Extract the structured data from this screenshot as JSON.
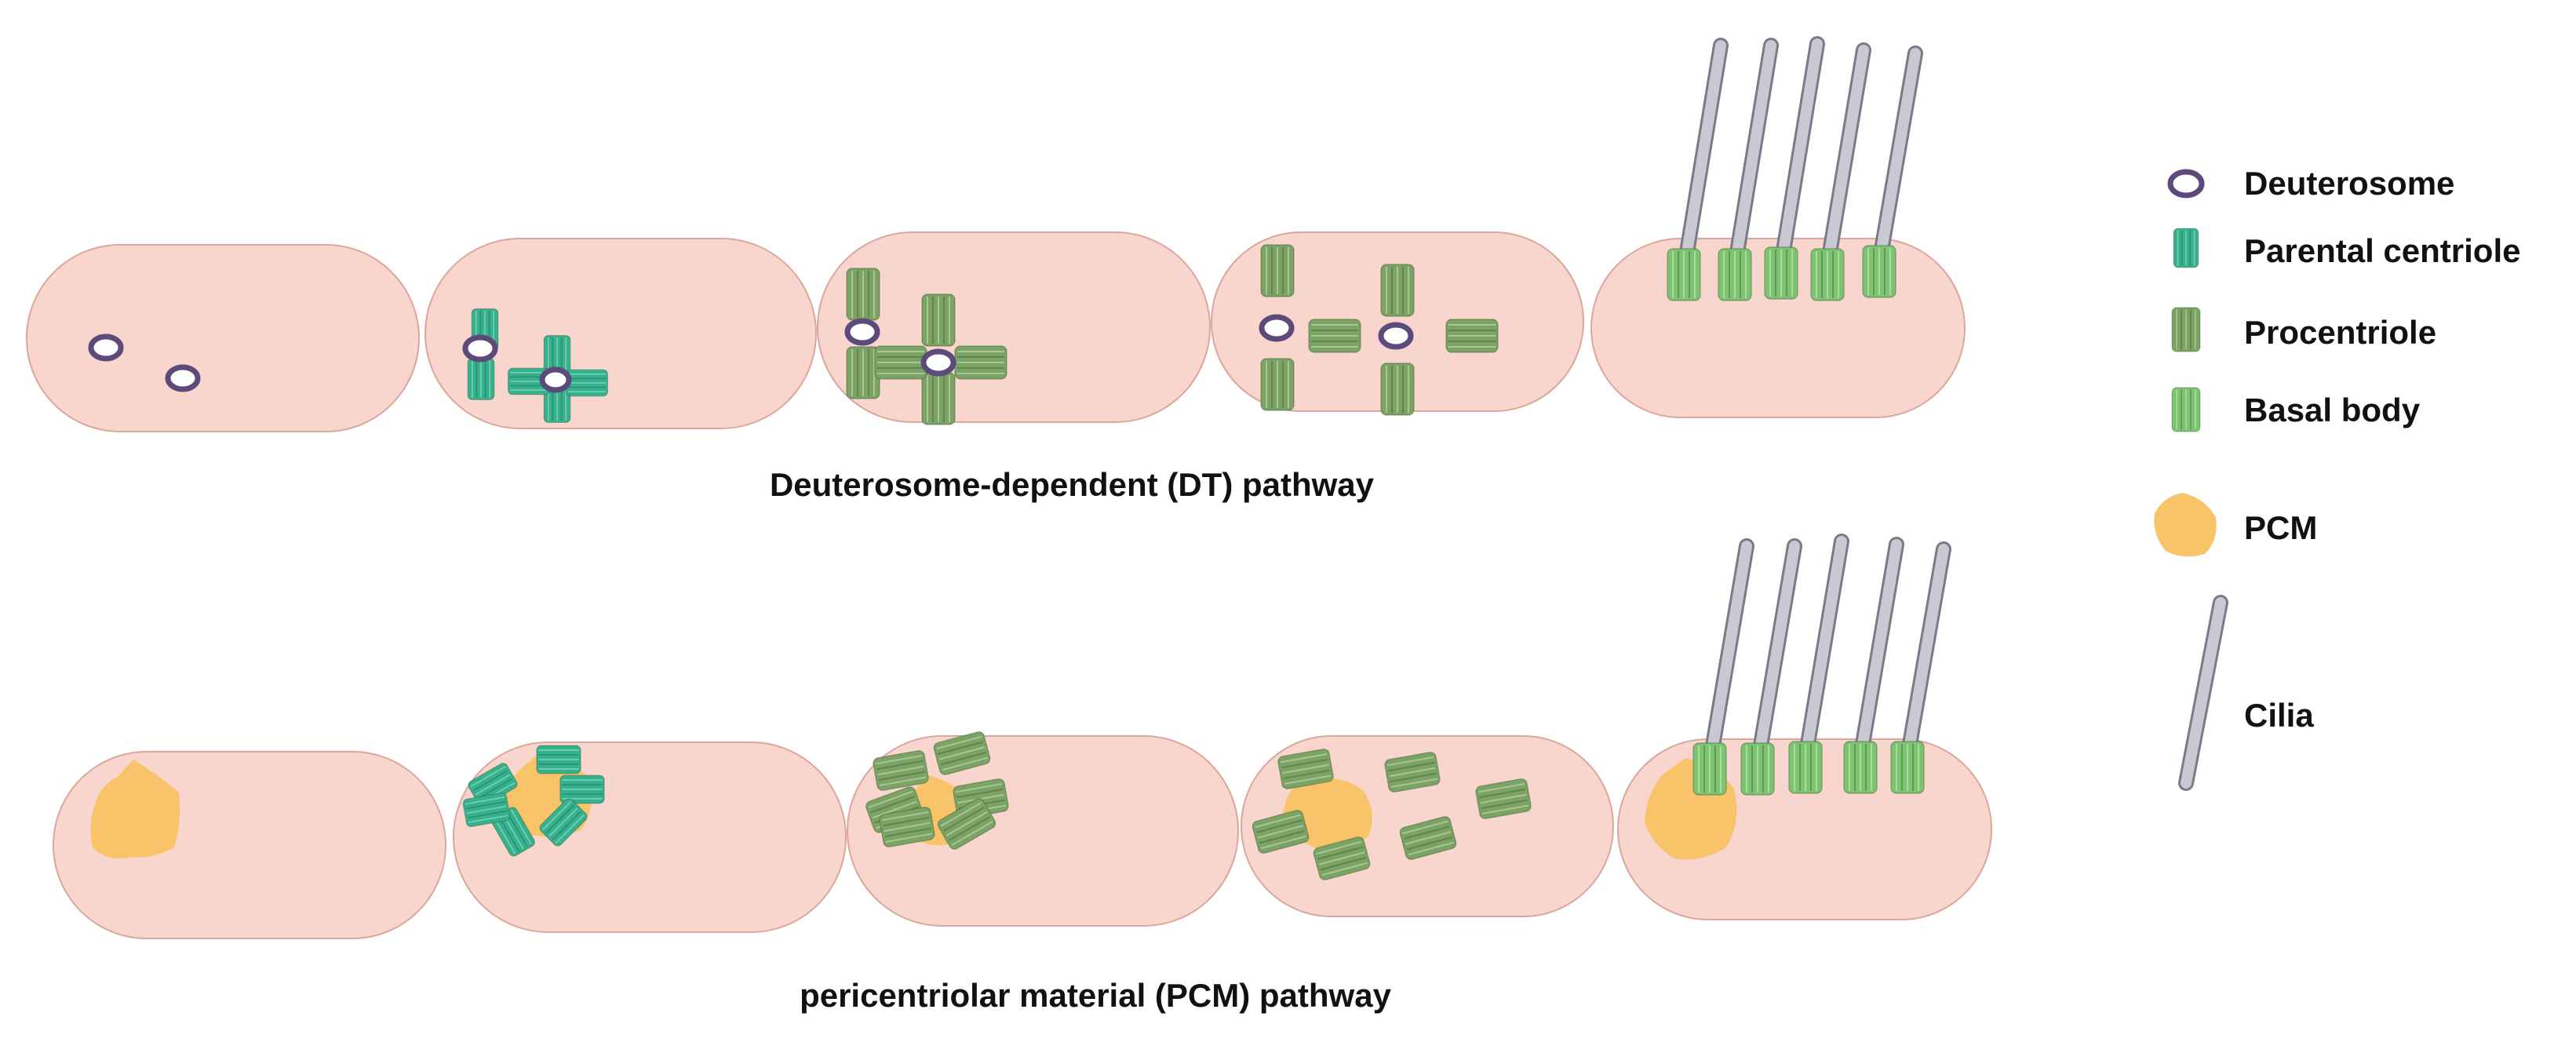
{
  "pathways": {
    "dt_label": "Deuterosome-dependent (DT) pathway",
    "pcm_label": "pericentriolar material (PCM) pathway"
  },
  "legend": {
    "items": [
      {
        "label": "Deuterosome",
        "icon": "deuterosome-icon"
      },
      {
        "label": "Parental centriole",
        "icon": "parental-centriole-icon"
      },
      {
        "label": "Procentriole",
        "icon": "procentriole-icon"
      },
      {
        "label": "Basal body",
        "icon": "basal-body-icon"
      },
      {
        "label": "PCM",
        "icon": "pcm-icon"
      },
      {
        "label": "Cilia",
        "icon": "cilia-icon"
      }
    ]
  },
  "colors": {
    "cell_fill": "#f8d5cd",
    "cell_stroke": "#dba79c",
    "deuterosome": "#5b4a7a",
    "parental_centriole": "#34b28e",
    "procentriole": "#7ba364",
    "basal_body": "#7cc46f",
    "pcm": "#f9c36a",
    "cilia_fill": "#c9c9d3",
    "cilia_stroke": "#7a7a88"
  }
}
